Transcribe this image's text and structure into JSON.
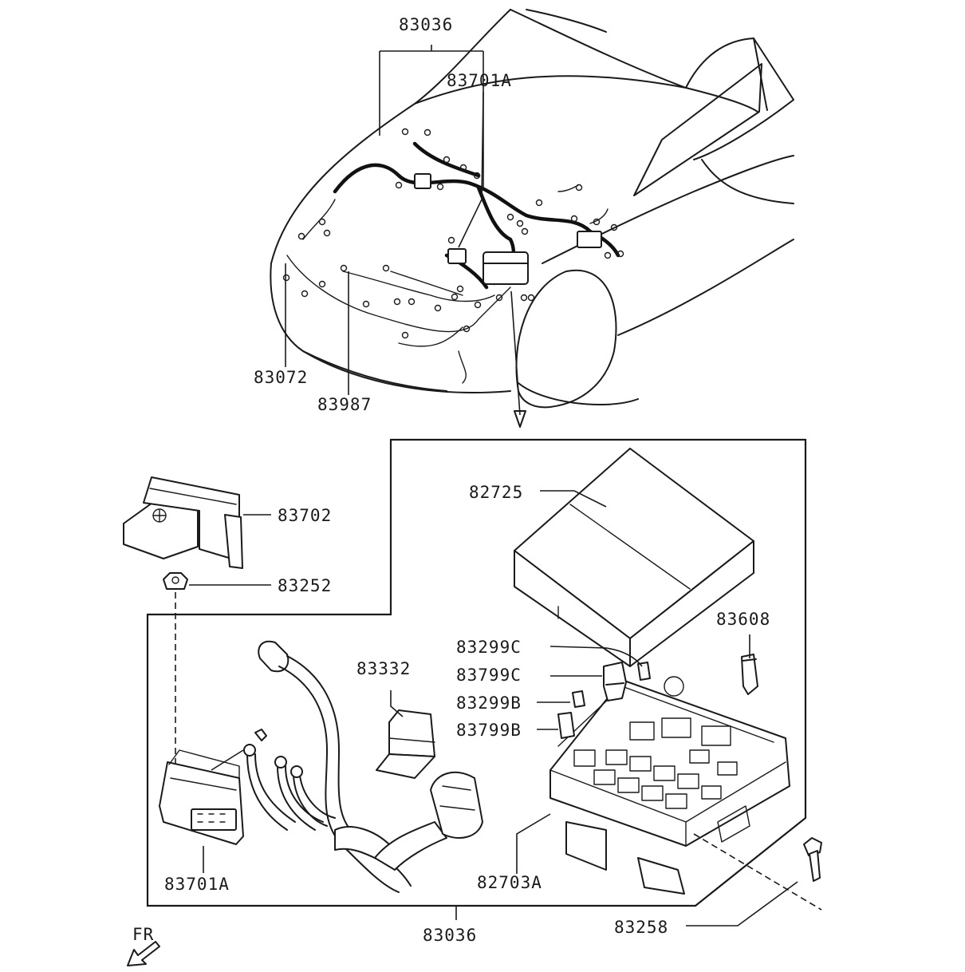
{
  "labels": {
    "top_harness": "83036",
    "top_junction": "83701A",
    "front_harness": "83072",
    "bumper_harness": "83987",
    "relay_box_cover": "82725",
    "bracket": "83702",
    "nut": "83252",
    "clip": "83608",
    "fuse_a": "83299C",
    "relay_a": "83799C",
    "fuse_b": "83299B",
    "relay_b": "83799B",
    "cover_small": "83332",
    "relay_box": "82703A",
    "junction_block": "83701A",
    "bottom_harness": "83036",
    "bolt": "83258",
    "front_indicator": "FR"
  }
}
